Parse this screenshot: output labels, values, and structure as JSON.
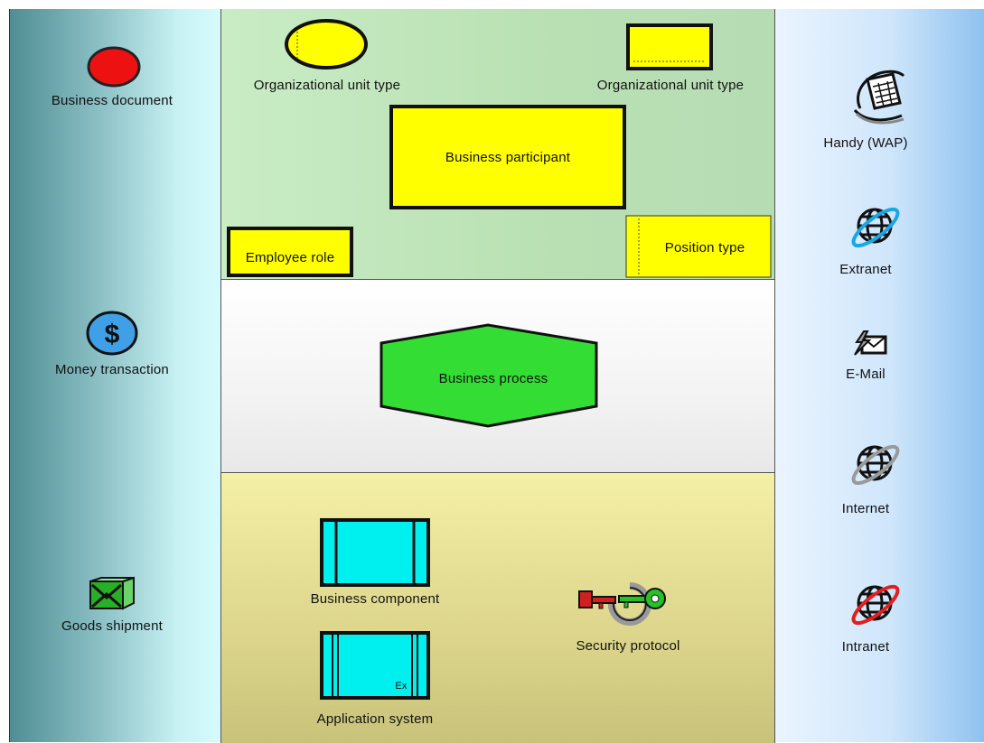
{
  "left_column": {
    "business_document": "Business document",
    "money_transaction": "Money transaction",
    "goods_shipment": "Goods shipment"
  },
  "organization_zone": {
    "org_unit_type_ellipse": "Organizational unit type",
    "org_unit_type_rect": "Organizational unit type",
    "business_participant": "Business participant",
    "employee_role": "Employee role",
    "position_type": "Position type"
  },
  "process_zone": {
    "business_process": "Business process"
  },
  "application_zone": {
    "business_component": "Business component",
    "application_system": "Application system",
    "application_system_badge": "Ex",
    "security_protocol": "Security protocol"
  },
  "right_column": {
    "handy_wap": "Handy (WAP)",
    "extranet": "Extranet",
    "email": "E-Mail",
    "internet": "Internet",
    "intranet": "Intranet"
  },
  "colors": {
    "org_yellow": "#ffff00",
    "process_green": "#33dd33",
    "component_cyan": "#00f0f0",
    "document_red": "#ee1111",
    "money_blue": "#3fa0e8",
    "extranet_ring": "#1aa6e6",
    "intranet_ring": "#e02020"
  }
}
